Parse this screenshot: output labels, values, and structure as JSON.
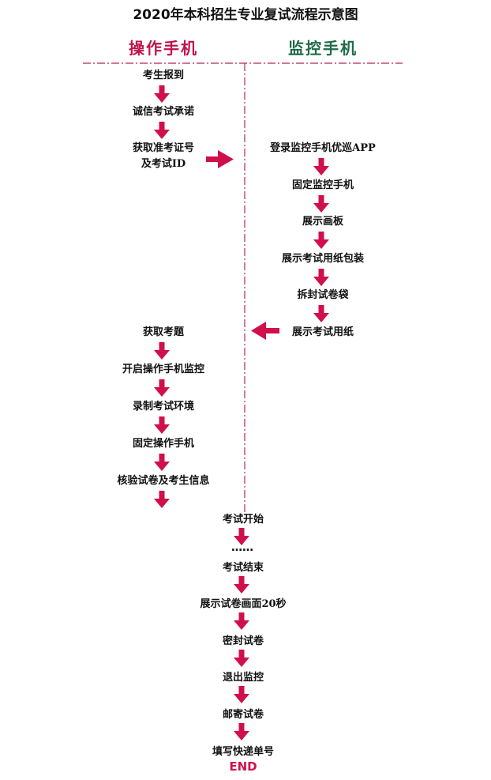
{
  "title": "2020年本科招生专业复试流程示意图",
  "columns": {
    "left": "操作手机",
    "right": "监控手机"
  },
  "steps": {
    "report": "考生报到",
    "integrity": "诚信考试承诺",
    "get_id": "获取准考证号",
    "get_id_2": "及考试ID",
    "login_app": "登录监控手机优巡APP",
    "fix_monitor": "固定监控手机",
    "show_board": "展示画板",
    "show_paper_pack": "展示考试用纸包装",
    "open_bag": "拆封试卷袋",
    "show_paper": "展示考试用纸",
    "get_questions": "获取考题",
    "start_monitor": "开启操作手机监控",
    "record_env": "录制考试环境",
    "fix_operate": "固定操作手机",
    "verify_info": "核验试卷及考生信息",
    "exam_start": "考试开始",
    "ellipsis": "……",
    "exam_end": "考试结束",
    "show_20s": "展示试卷画面20秒",
    "seal": "密封试卷",
    "exit_monitor": "退出监控",
    "mail": "邮寄试卷",
    "fill_express": "填写快递单号",
    "end": "END"
  },
  "colors": {
    "left_header": "#c0144c",
    "right_header": "#1f6b4a",
    "arrow": "#d0104a",
    "divider": "#b0285a",
    "end": "#d0104a"
  }
}
